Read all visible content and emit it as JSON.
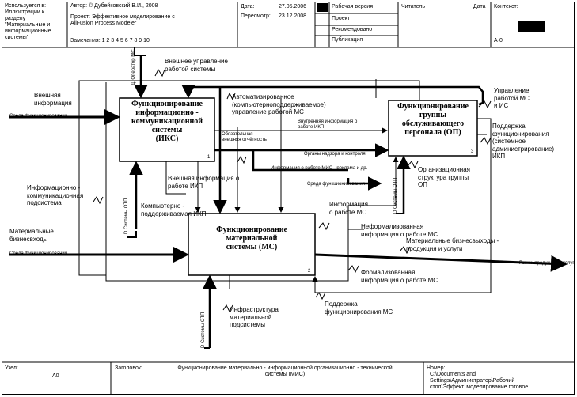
{
  "header": {
    "used_in": "Используется в:\nИллюстрации к\nразделу\n\"Материальные и\nинформационные\nсистемы\"",
    "author": "Автор: © Дубейковский В.И., 2008",
    "project": "Проект: Эффективное моделирование с\nAllFusion Process Modeler",
    "notes": "Замечания: 1 2 3 4 5 6 7 8 9 10",
    "date_label": "Дата:",
    "date_value": "27.05.2006",
    "rev_label": "Пересмотр:",
    "rev_value": "23.12.2008",
    "status_work": "Рабочая версия",
    "status_project": "Проект",
    "status_recommended": "Рекомендовано",
    "status_publication": "Публикация",
    "reader": "Читатель",
    "reader_date": "Дата",
    "context": "Контекст:",
    "node_ref": "A-0"
  },
  "footer": {
    "node_label": "Узел:",
    "node_value": "A0",
    "title_label": "Заголовок:",
    "title_value": "Функционирование материально - информационной организационно - технической\nсистемы (МИС)",
    "number_label": "Номер:",
    "number_value": "C:\\Documents and\nSettings\\Администратор\\Рабочий\nстол\\Эффект. моделирование готовое."
  },
  "boxes": {
    "iks": {
      "title": "Функционирование\nинформационно -\nкоммуникационной\nсистемы\n(ИКС)",
      "num": "1"
    },
    "op": {
      "title": "Функционирование\nгруппы\nобслуживающего\nперсонала (ОП)",
      "num": "3"
    },
    "ms": {
      "title": "Функционирование\nматериальной\nсистемы (МС)",
      "num": "2"
    }
  },
  "labels": {
    "ext_control": "Внешнее управление\nработой системы",
    "ext_info": "Внешняя\nинформация",
    "env1": "Среда функционирования",
    "env2": "Среда функционирования",
    "env3": "Среда функционирования",
    "automated": "Автоматизированное\n(компьютерноподдерживаемое)\nуправление работой МС",
    "internal_info": "Внутренняя информация о\nработе ИКП",
    "mandatory": "Обязательная\nвнешняя отчётность",
    "supervision": "Органы надзора и контроля",
    "ms_info_ads": "Информация о работе МИС - реклама и др.",
    "ext_info_ikp": "Внешняя информация о\nработе ИКП",
    "info_comm": "Информационно -\nкоммуникационная\nподсистема",
    "computer": "Компьютерно -\nподдерживаемая ИКП",
    "org_structure": "Организационная\nструктура группы\nОП",
    "mgmt_ms": "Управление\nработой МС\nи ИС",
    "support_ikp": "Поддержка\nфункционирования\n(системное\nадминистрирование)\nИКП",
    "info_ms": "Информация\nо работе МС",
    "informal": "Неформализованная\nинформация о работе МС",
    "mat_out": "Материальные бизнесвыходы -\nпродукция и услуги",
    "market": "Рынок продукции и услуг",
    "mat_in": "Материальные\nбизнесвходы",
    "formal": "Формализованная\nинформация о работе МС",
    "support_ms": "Поддержка\nфункционирования МС",
    "infra": "Инфраструктура\nматериальной\nподсистемы",
    "dots1": "Д. Оператор МС",
    "dots2": "D Системы ОТП",
    "dots3": "D Системы ОТП",
    "dots4": "D Системы ОТП"
  },
  "colors": {
    "line": "#000000",
    "fill": "#ffffff",
    "dark": "#000000"
  }
}
